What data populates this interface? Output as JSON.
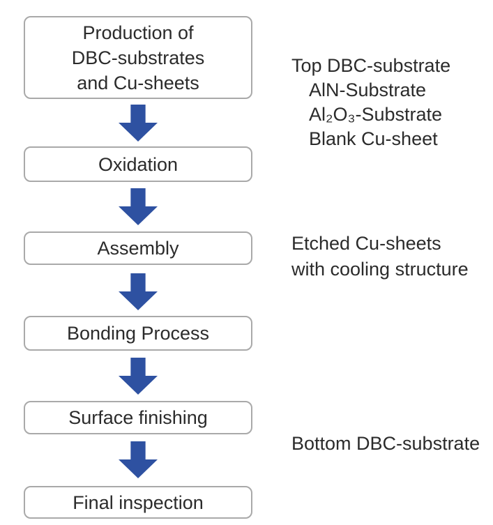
{
  "colors": {
    "background": "#ffffff",
    "arrow": "#2e51a1",
    "box_border": "#a9a9a9",
    "text": "#2b2b2b"
  },
  "flow": {
    "steps": [
      {
        "label": "Production of\nDBC-substrates\nand Cu-sheets"
      },
      {
        "label": "Oxidation"
      },
      {
        "label": "Assembly"
      },
      {
        "label": "Bonding Process"
      },
      {
        "label": "Surface finishing"
      },
      {
        "label": "Final inspection"
      }
    ]
  },
  "annotations": {
    "top": {
      "line1": "Top DBC-substrate",
      "line2": "AlN-Substrate",
      "line3": "Al₂O₃-Substrate",
      "line4": "Blank Cu-sheet"
    },
    "middle": {
      "line1": "Etched Cu-sheets",
      "line2": "with cooling structure"
    },
    "bottom": {
      "line1": "Bottom DBC-substrate"
    }
  }
}
